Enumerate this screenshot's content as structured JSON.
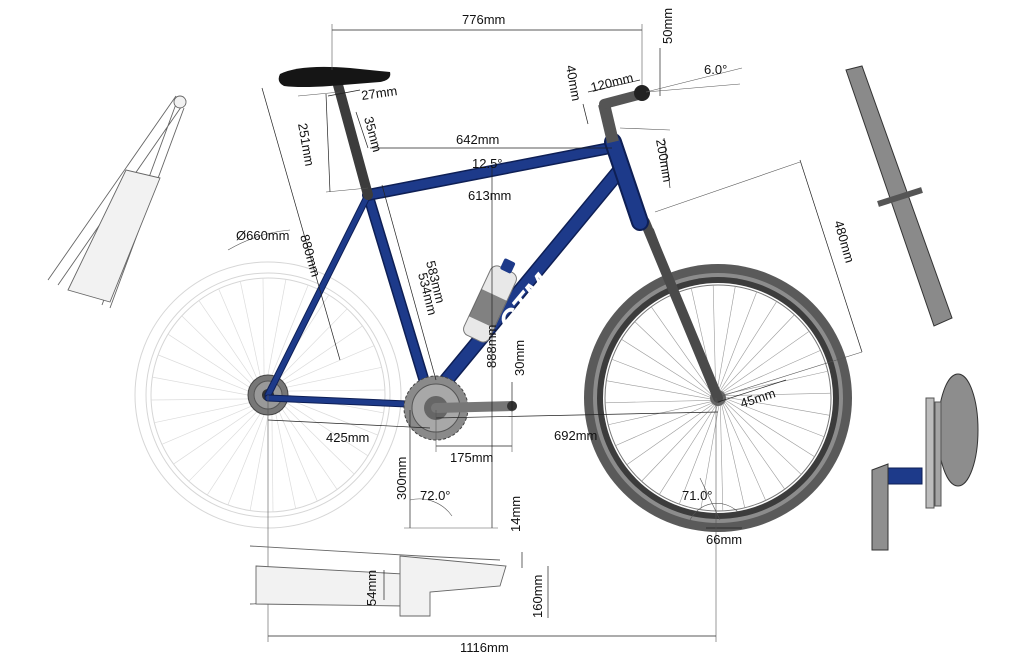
{
  "dimensions": {
    "wheelbase_top": "776mm",
    "stem_height": "50mm",
    "stem_rise": "40mm",
    "stem_length": "120mm",
    "stem_angle": "6.0°",
    "seat_offset": "27mm",
    "seatpost_exposed": "251mm",
    "seat_clamp": "35mm",
    "top_tube": "642mm",
    "top_tube_angle": "12.5°",
    "head_tube": "200mm",
    "top_tube_eff": "613mm",
    "wheel_diameter": "Ø660mm",
    "saddle_height": "880mm",
    "seat_tube_ctt": "583mm",
    "seat_tube_ctc": "534mm",
    "fork_length": "480mm",
    "stack": "888mm",
    "bb_drop": "30mm",
    "chainstay": "425mm",
    "front_center": "692mm",
    "crank": "175mm",
    "trail": "45mm",
    "bb_height": "300mm",
    "seat_angle": "72.0°",
    "head_angle": "71.0°",
    "fork_offset": "66mm",
    "dropout_gap": "14mm",
    "stay_depth": "54mm",
    "chainstay_length_side": "160mm",
    "wheelbase": "1116mm"
  },
  "colors": {
    "frame": "#1d3a8a",
    "fork": "#4a4a4a",
    "tire": "#555555",
    "ghost_wheel": "#d6d6d6"
  },
  "logo": "CTM"
}
